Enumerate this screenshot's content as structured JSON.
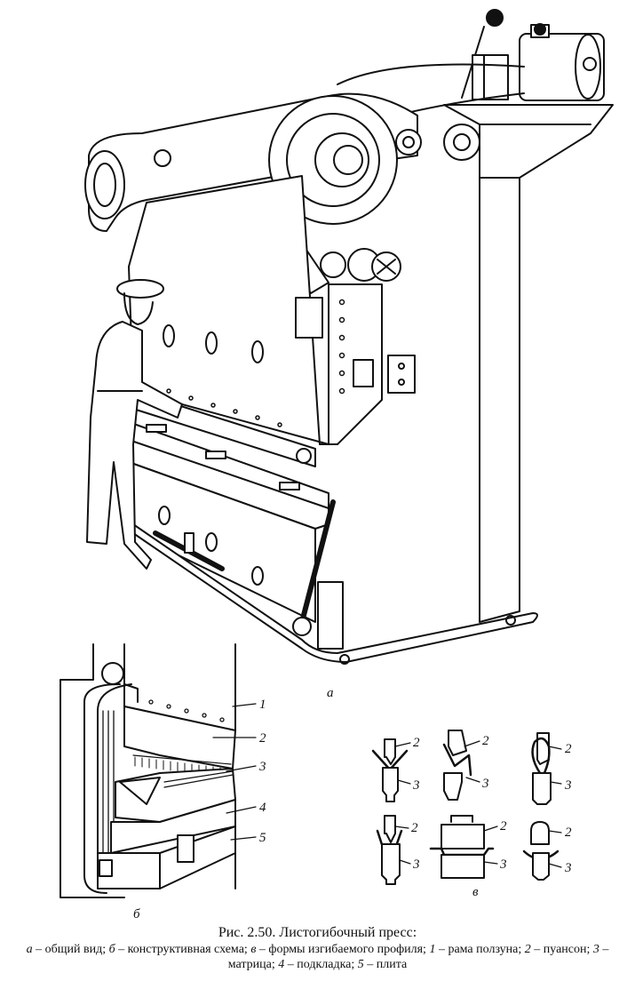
{
  "figure": {
    "view_labels": {
      "a": "а",
      "b": "б",
      "v": "в"
    },
    "part_labels": {
      "p1": "1",
      "p2": "2",
      "p3": "3",
      "p4": "4",
      "p5": "5"
    },
    "profile_labels": {
      "punch": "2",
      "die": "3"
    }
  },
  "caption": {
    "title": "Рис. 2.50. Листогибочный пресс:",
    "legend": [
      {
        "key": "а",
        "text": " – общий вид; "
      },
      {
        "key": "б",
        "text": " – конструктивная схема; "
      },
      {
        "key": "в",
        "text": " – формы изгибаемого профиля; "
      },
      {
        "key": "1",
        "text": " – рама ползуна; "
      },
      {
        "key": "2",
        "text": " – пуансон; "
      },
      {
        "key": "3",
        "text": " – матрица; "
      },
      {
        "key": "4",
        "text": " – подкладка; "
      },
      {
        "key": "5",
        "text": " – плита"
      }
    ]
  }
}
